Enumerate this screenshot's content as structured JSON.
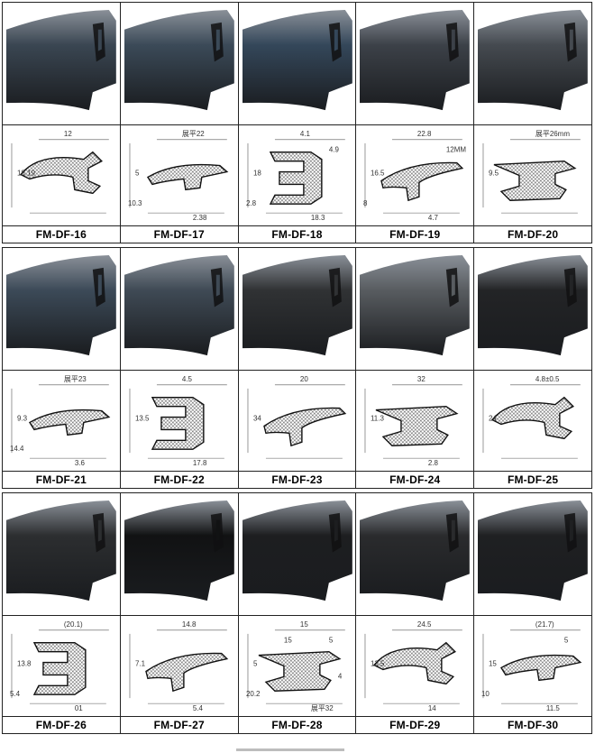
{
  "rows": [
    {
      "items": [
        {
          "code": "FM-DF-16",
          "photo_tone": "#3a4652",
          "dims": [
            "12",
            "18.19"
          ]
        },
        {
          "code": "FM-DF-17",
          "photo_tone": "#3b4a58",
          "dims": [
            "展平22",
            "5",
            "2.38",
            "10.3"
          ]
        },
        {
          "code": "FM-DF-18",
          "photo_tone": "#34475a",
          "dims": [
            "4.1",
            "18",
            "18.3",
            "2.8",
            "4.9"
          ]
        },
        {
          "code": "FM-DF-19",
          "photo_tone": "#3c4148",
          "dims": [
            "22.8",
            "16.5",
            "4.7",
            "8",
            "12MM"
          ]
        },
        {
          "code": "FM-DF-20",
          "photo_tone": "#454a50",
          "dims": [
            "展平26mm",
            "9.5"
          ]
        }
      ]
    },
    {
      "items": [
        {
          "code": "FM-DF-21",
          "photo_tone": "#3c4a58",
          "dims": [
            "展平23",
            "9.3",
            "3.6",
            "14.4"
          ]
        },
        {
          "code": "FM-DF-22",
          "photo_tone": "#3f4a55",
          "dims": [
            "4.5",
            "13.5",
            "17.8"
          ]
        },
        {
          "code": "FM-DF-23",
          "photo_tone": "#303234",
          "dims": [
            "20",
            "34"
          ]
        },
        {
          "code": "FM-DF-24",
          "photo_tone": "#585c60",
          "dims": [
            "32",
            "11.3",
            "2.8"
          ]
        },
        {
          "code": "FM-DF-25",
          "photo_tone": "#232426",
          "dims": [
            "4.8±0.5",
            "24"
          ]
        }
      ]
    },
    {
      "items": [
        {
          "code": "FM-DF-26",
          "photo_tone": "#2c2e30",
          "dims": [
            "(20.1)",
            "13.8",
            "01",
            "5.4"
          ]
        },
        {
          "code": "FM-DF-27",
          "photo_tone": "#111213",
          "dims": [
            "14.8",
            "7.1",
            "5.4"
          ]
        },
        {
          "code": "FM-DF-28",
          "photo_tone": "#1d1e20",
          "dims": [
            "15",
            "5",
            "展平32",
            "20.2",
            "5",
            "15",
            "4"
          ]
        },
        {
          "code": "FM-DF-29",
          "photo_tone": "#2a2b2d",
          "dims": [
            "24.5",
            "13.5",
            "14"
          ]
        },
        {
          "code": "FM-DF-30",
          "photo_tone": "#1f2022",
          "dims": [
            "(21.7)",
            "15",
            "11.5",
            "10",
            "5"
          ]
        }
      ]
    }
  ]
}
